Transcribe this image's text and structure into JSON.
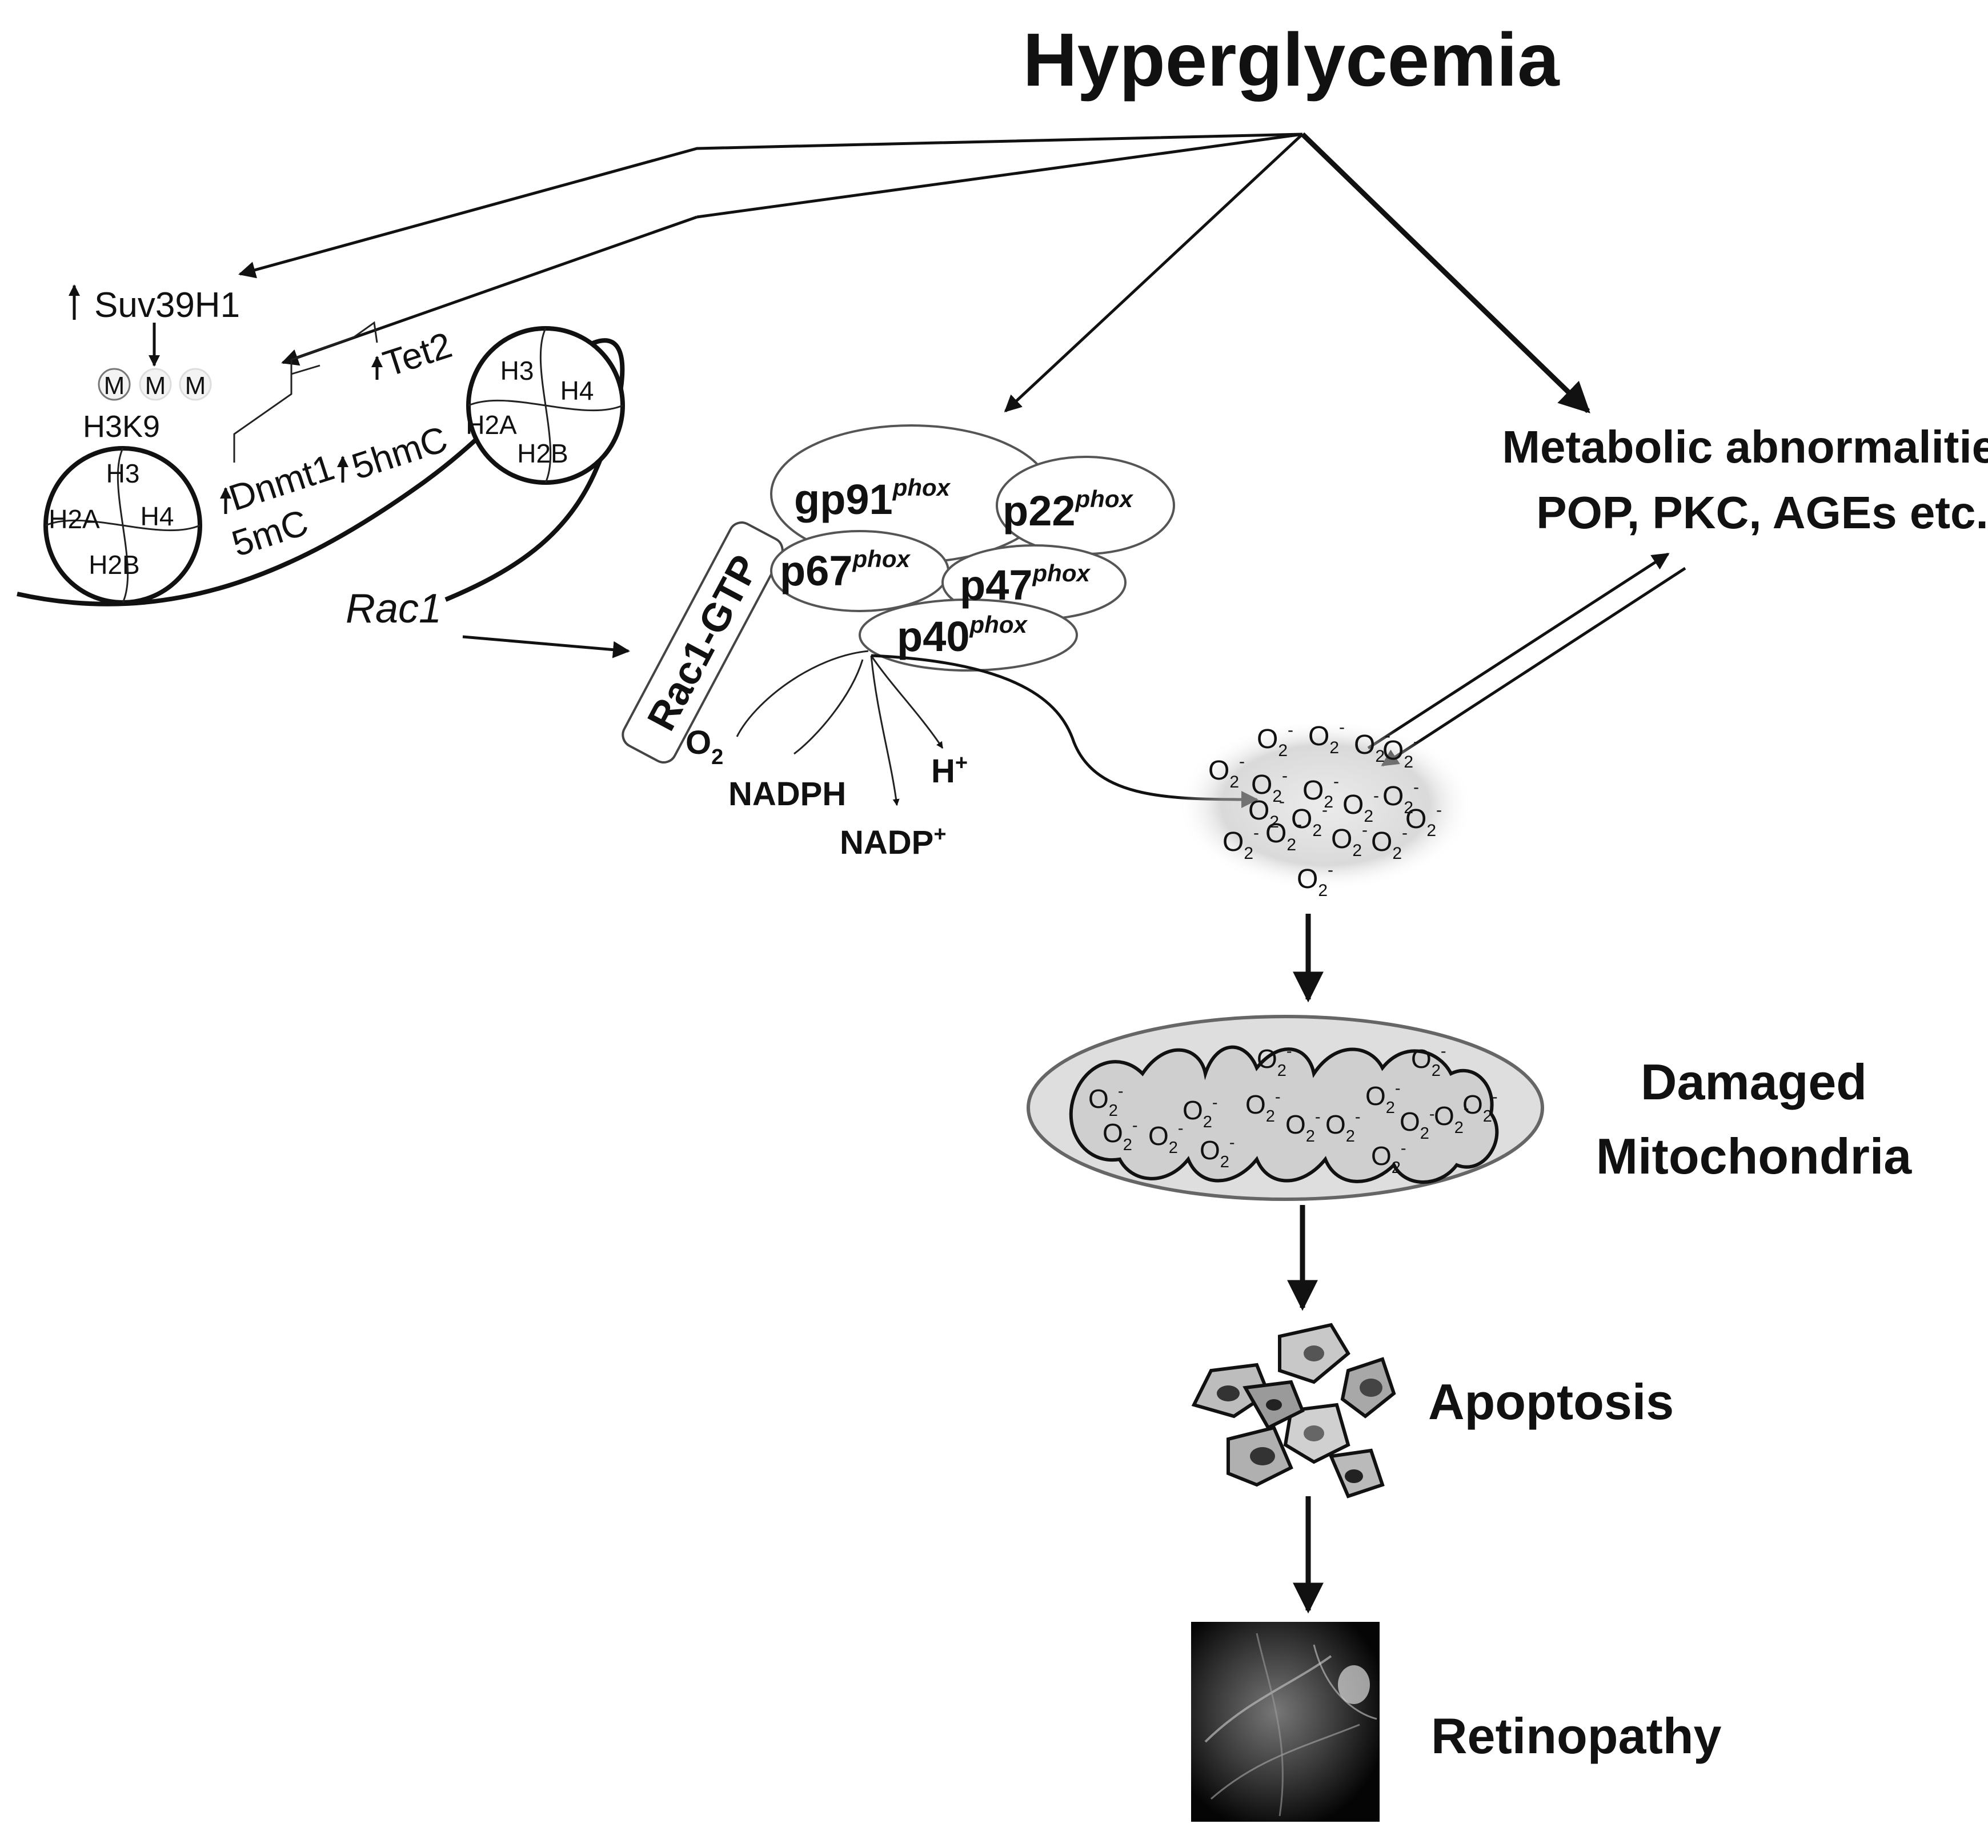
{
  "title": "Hyperglycemia",
  "epigenetics": {
    "suv39h1": "Suv39H1",
    "methyl": "M",
    "h3k9": "H3K9",
    "dnmt1": "Dnmt1",
    "tet2": "Tet2",
    "mark_5mc": "5mC",
    "mark_5hmc": "5hmC",
    "histones": [
      "H3",
      "H4",
      "H2A",
      "H2B"
    ],
    "gene": "Rac1"
  },
  "nox": {
    "rac1_gtp": "Rac1-GTP",
    "subunits": [
      {
        "base": "gp91",
        "sup": "phox"
      },
      {
        "base": "p22",
        "sup": "phox"
      },
      {
        "base": "p67",
        "sup": "phox"
      },
      {
        "base": "p47",
        "sup": "phox"
      },
      {
        "base": "p40",
        "sup": "phox"
      }
    ],
    "o2": "O",
    "o2_sub": "2",
    "nadph": "NADPH",
    "nadp": "NADP",
    "nadp_sup": "+",
    "h": "H",
    "h_sup": "+"
  },
  "metabolic": {
    "line1": "Metabolic abnormalities",
    "line2": "POP, PKC, AGEs etc."
  },
  "superoxide": {
    "symbol": "O",
    "sub": "2",
    "charge": "-"
  },
  "mitochondria": {
    "line1": "Damaged",
    "line2": "Mitochondria"
  },
  "apoptosis": "Apoptosis",
  "retinopathy": "Retinopathy"
}
